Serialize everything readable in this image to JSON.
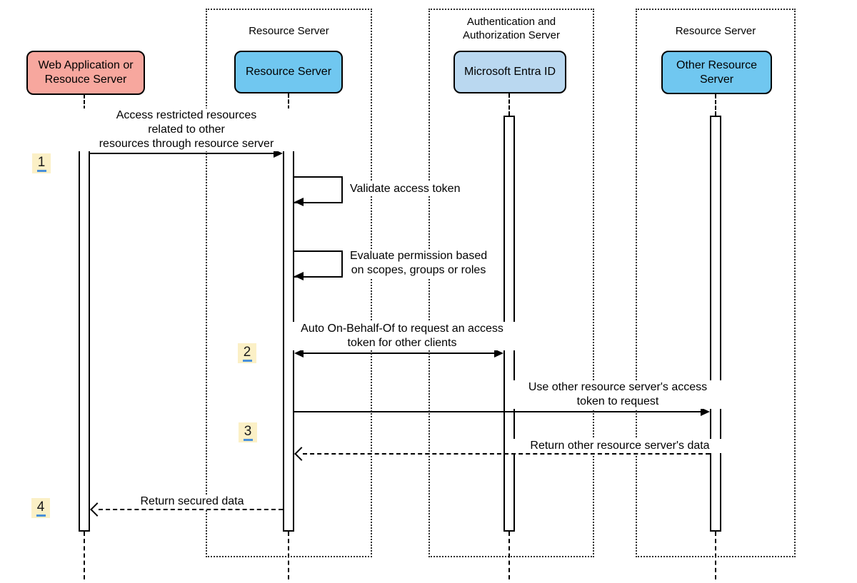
{
  "groups": [
    {
      "label": "Resource Server"
    },
    {
      "label": "Authentication and\nAuthorization Server"
    },
    {
      "label": "Resource Server"
    }
  ],
  "actors": [
    {
      "label": "Web Application or\nResouce Server",
      "fill": "#F7A79E"
    },
    {
      "label": "Resource Server",
      "fill": "#70C7F0"
    },
    {
      "label": "Microsoft Entra ID",
      "fill": "#BAD8F0"
    },
    {
      "label": "Other Resource\nServer",
      "fill": "#70C7F0"
    }
  ],
  "messages": {
    "access_restricted": {
      "text": "Access restricted resources\nrelated to other\nresources through resource server"
    },
    "validate_token": {
      "text": "Validate access token"
    },
    "evaluate_permission": {
      "text": "Evaluate permission based\non scopes, groups or roles"
    },
    "auto_obo": {
      "text": "Auto On-Behalf-Of to request an access\ntoken for other clients"
    },
    "use_other_token": {
      "text": "Use other resource server's access\ntoken to request"
    },
    "return_other_data": {
      "text": "Return other resource server's data"
    },
    "return_secured": {
      "text": "Return secured data"
    }
  },
  "steps": [
    {
      "n": "1"
    },
    {
      "n": "2"
    },
    {
      "n": "3"
    },
    {
      "n": "4"
    }
  ],
  "colors": {
    "step_bg": "#FBF0C6",
    "step_underline": "#4A90D9",
    "line": "#000000"
  }
}
